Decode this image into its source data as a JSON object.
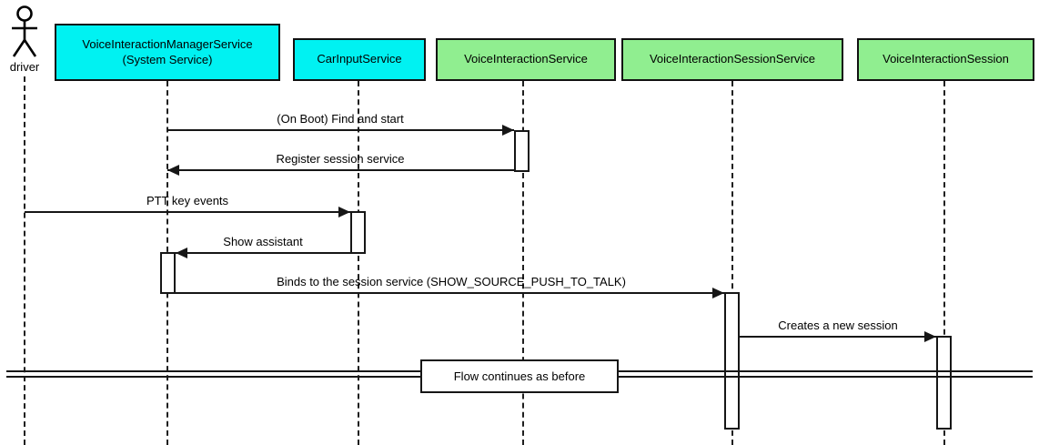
{
  "diagram": {
    "type": "uml-sequence-diagram",
    "background_color": "#ffffff",
    "line_color": "#161616",
    "participant_colors": {
      "system": "#00f2f2",
      "voice_service": "#90ee90"
    }
  },
  "participants": [
    {
      "id": "driver",
      "kind": "actor",
      "label": "driver"
    },
    {
      "id": "vims",
      "kind": "box",
      "fill": "#00f2f2",
      "label": "VoiceInteractionManagerService\n(System Service)"
    },
    {
      "id": "carinput",
      "kind": "box",
      "fill": "#00f2f2",
      "label": "CarInputService"
    },
    {
      "id": "vis",
      "kind": "box",
      "fill": "#90ee90",
      "label": "VoiceInteractionService"
    },
    {
      "id": "viss",
      "kind": "box",
      "fill": "#90ee90",
      "label": "VoiceInteractionSessionService"
    },
    {
      "id": "visession",
      "kind": "box",
      "fill": "#90ee90",
      "label": "VoiceInteractionSession"
    }
  ],
  "messages": [
    {
      "from": "vims",
      "to": "vis",
      "direction": "right",
      "label": "(On Boot) Find and start"
    },
    {
      "from": "vis",
      "to": "vims",
      "direction": "left",
      "label": "Register session service"
    },
    {
      "from": "driver",
      "to": "carinput",
      "direction": "right",
      "label": "PTT key events"
    },
    {
      "from": "carinput",
      "to": "vims",
      "direction": "left",
      "label": "Show assistant"
    },
    {
      "from": "vims",
      "to": "viss",
      "direction": "right",
      "label": "Binds to the session service (SHOW_SOURCE_PUSH_TO_TALK)"
    },
    {
      "from": "viss",
      "to": "visession",
      "direction": "right",
      "label": "Creates a new session"
    }
  ],
  "divider": {
    "label": "Flow continues as before"
  }
}
